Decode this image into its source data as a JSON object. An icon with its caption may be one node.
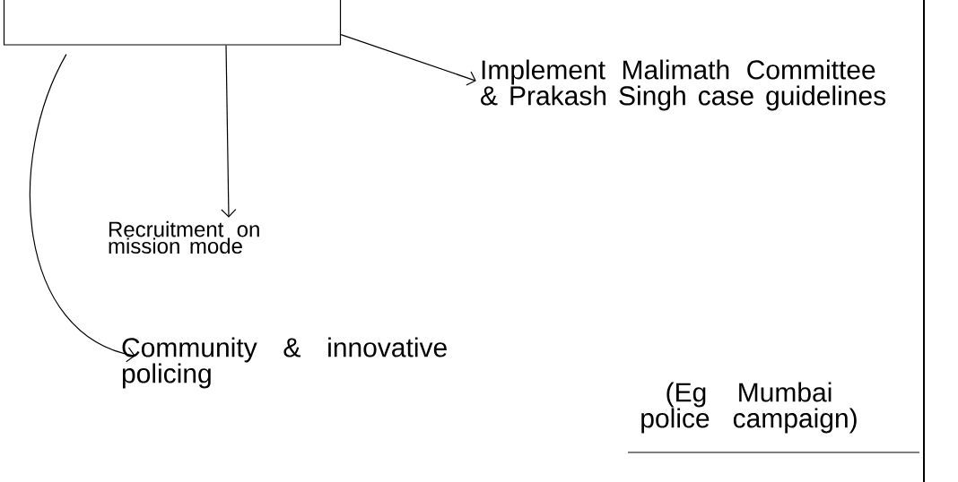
{
  "diagram": {
    "nodes": [
      {
        "text": [],
        "shape": "box"
      },
      {
        "text": [
          "Implement Malimath Committee & Prakash Singh case guidelines"
        ]
      },
      {
        "text": [
          "Recruitment on mission mode"
        ]
      },
      {
        "text": [
          "Community & innovative policing"
        ]
      }
    ],
    "edges": [
      {
        "from": 0,
        "to": 1,
        "arrow": "to"
      },
      {
        "from": 0,
        "to": 2,
        "arrow": "to"
      },
      {
        "from": 0,
        "to": 3,
        "arrow": "to"
      }
    ],
    "labels": [
      "(Eg Mumbai police campaign)"
    ]
  }
}
